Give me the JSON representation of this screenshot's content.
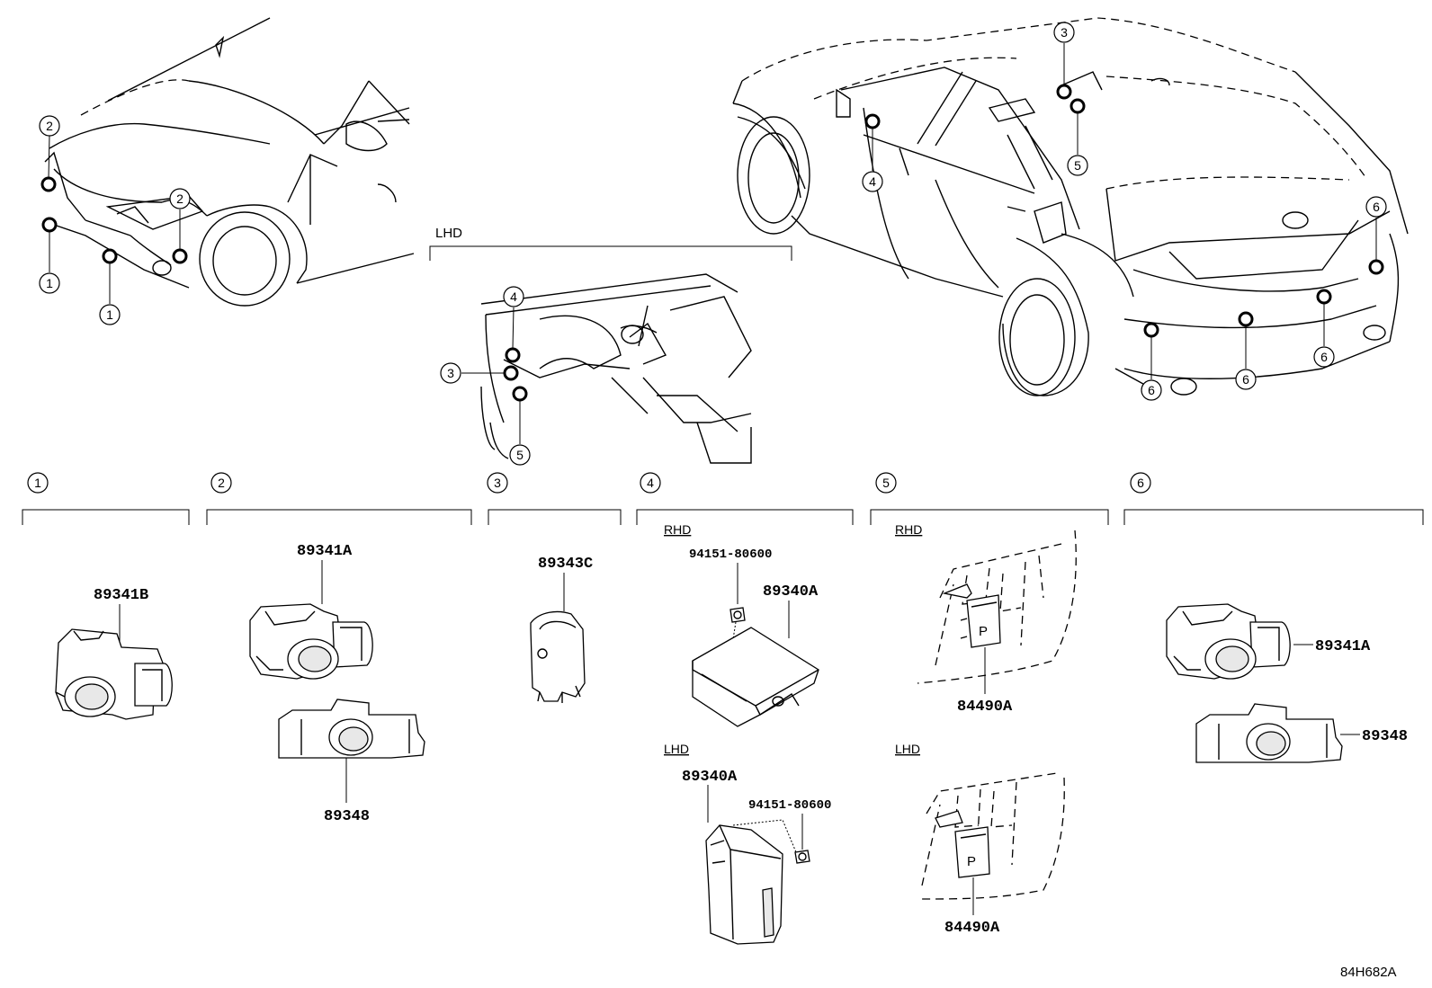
{
  "region_labels": {
    "lhd_dash": "LHD"
  },
  "callouts": {
    "front_top_left": "2",
    "front_bottom_left": "1",
    "front_fender": "2",
    "front_bumper": "1",
    "dash_4": "4",
    "dash_3": "3",
    "dash_5": "5",
    "rear_interior_4": "4",
    "rear_top_3": "3",
    "rear_top_5": "5",
    "rear_right_6": "6",
    "rear_bumper_6a": "6",
    "rear_bumper_6b": "6",
    "rear_bumper_6c": "6"
  },
  "sections": [
    {
      "num": "1"
    },
    {
      "num": "2"
    },
    {
      "num": "3"
    },
    {
      "num": "4"
    },
    {
      "num": "5"
    },
    {
      "num": "6"
    }
  ],
  "parts": {
    "s1_sensor": "89341B",
    "s2_sensor": "89341A",
    "s2_retainer": "89348",
    "s3_sensor": "89343C",
    "s4_rhd_label": "RHD",
    "s4_rhd_bolt": "94151-80600",
    "s4_rhd_ecu": "89340A",
    "s4_lhd_label": "LHD",
    "s4_lhd_ecu": "89340A",
    "s4_lhd_bolt": "94151-80600",
    "s5_rhd_label": "RHD",
    "s5_rhd_switch": "84490A",
    "s5_lhd_label": "LHD",
    "s5_lhd_switch": "84490A",
    "s6_sensor": "89341A",
    "s6_retainer": "89348"
  },
  "switch_glyph": "P",
  "diagram_code": "84H682A"
}
